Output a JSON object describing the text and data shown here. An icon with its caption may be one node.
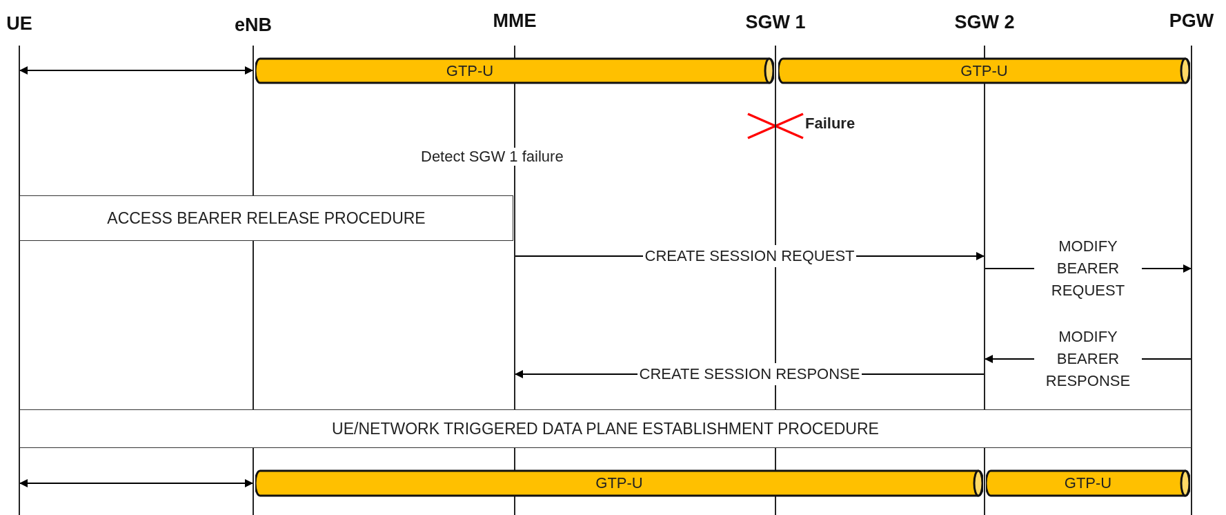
{
  "diagram": {
    "nodes": [
      {
        "text": [
          "UE"
        ]
      },
      {
        "text": [
          "eNB"
        ]
      },
      {
        "text": [
          "MME"
        ]
      },
      {
        "text": [
          "SGW 1"
        ]
      },
      {
        "text": [
          "SGW 2"
        ]
      },
      {
        "text": [
          "PGW"
        ]
      },
      {
        "text": [
          "GTP-U"
        ]
      },
      {
        "text": [
          "GTP-U"
        ]
      },
      {
        "text": [
          "ACCESS BEARER RELEASE PROCEDURE"
        ]
      },
      {
        "text": [
          "UE/NETWORK TRIGGERED DATA PLANE ESTABLISHMENT PROCEDURE"
        ]
      },
      {
        "text": [
          "GTP-U"
        ]
      },
      {
        "text": [
          "GTP-U"
        ]
      }
    ],
    "edges": [
      {
        "from": 0,
        "to": 1,
        "arrow": "both"
      },
      {
        "from": 2,
        "to": 4,
        "arrow": "to",
        "label": "CREATE SESSION REQUEST"
      },
      {
        "from": 4,
        "to": 5,
        "arrow": "to",
        "label": "MODIFY BEARER REQUEST"
      },
      {
        "from": 5,
        "to": 4,
        "arrow": "to",
        "label": "MODIFY BEARER RESPONSE"
      },
      {
        "from": 4,
        "to": 2,
        "arrow": "to",
        "label": "CREATE SESSION RESPONSE"
      },
      {
        "from": 0,
        "to": 1,
        "arrow": "both"
      }
    ],
    "labels": [
      "Failure",
      "Detect SGW 1 failure"
    ]
  }
}
